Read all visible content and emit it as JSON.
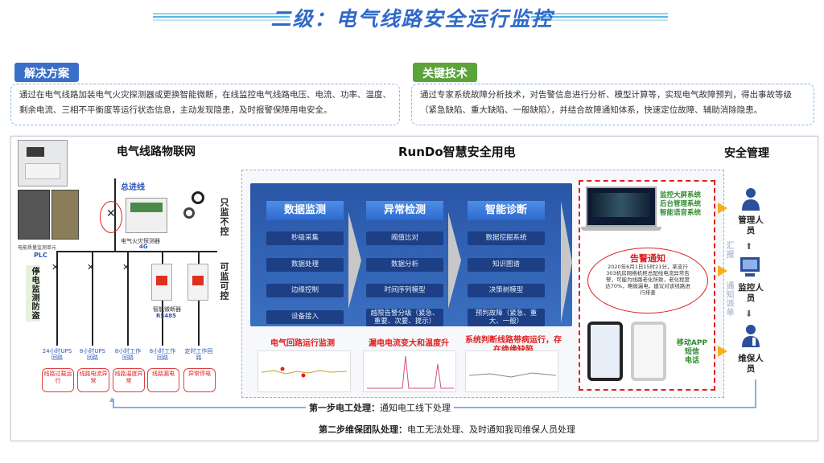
{
  "title": "二级：电气线路安全运行监控",
  "solution": {
    "tag": "解决方案",
    "text": "通过在电气线路加装电气火灾探测器或更换智能微断，在线监控电气线路电压、电流、功率、温度、剩余电流、三相不平衡度等运行状态信息，主动发现隐患，及时报警保障用电安全。"
  },
  "tech": {
    "tag": "关键技术",
    "text": "通过专家系统故障分析技术，对告警信息进行分析、模型计算等，实现电气故障预判，得出事故等级（紧急缺陷、重大缺陷、一般缺陷），并结合故障通知体系，快速定位故障、辅助消除隐患。"
  },
  "sections": {
    "iot": "电气线路物联网",
    "rundo": "RunDo智慧安全用电",
    "safety": "安全管理"
  },
  "iot": {
    "cabinet_label": "电能质量监测单元",
    "plc": "PLC",
    "main_line": "总进线",
    "detector": "电气火灾探测器",
    "detector_net": "4G",
    "monitor_only": "只监不控",
    "controllable": "可监可控",
    "anti_theft": "停电监测防盗",
    "breaker": "智能微断器",
    "breaker_net": "RS485",
    "circuits": [
      {
        "name": "24小时UPS回路",
        "fault": "线路过载运行"
      },
      {
        "name": "8小时UPS回路",
        "fault": "线路电流异常"
      },
      {
        "name": "8小时工作回路",
        "fault": "线路温度异常"
      },
      {
        "name": "8小时工作回路",
        "fault": "线路漏电"
      },
      {
        "name": "定时工作回路",
        "fault": "异常停电"
      }
    ]
  },
  "columns": [
    {
      "head": "数据监测",
      "items": [
        "秒级采集",
        "数据处理",
        "边缘控制",
        "设备接入"
      ],
      "caption": "电气回路运行监测"
    },
    {
      "head": "异常检测",
      "items": [
        "阈值比对",
        "数据分析",
        "时间序列模型",
        "越限告警分级（紧急、重要、次要、提示）"
      ],
      "caption": "漏电电流变大和温度升"
    },
    {
      "head": "智能诊断",
      "items": [
        "数据挖掘系统",
        "知识图谱",
        "决策树模型",
        "预判故障（紧急、重大、一般）"
      ],
      "caption": "系统判断线路带病运行，存在绝缘缺陷"
    }
  ],
  "right_panel": {
    "systems": [
      "监控大屏系统",
      "后台管理系统",
      "智能语音系统"
    ],
    "alert_title": "告警通知",
    "alert_text": "2020年6月1日15时21分，某支行303机房网络机柜总配线电流异常告警，可能为线路老化所致，老化程度达70%，略微漏电，建议对该线路进行排查",
    "mobile": [
      "移动APP",
      "短信",
      "电话"
    ]
  },
  "people": {
    "manager": "管理人员",
    "monitor": "监控人员",
    "maintainer": "维保人员",
    "report": "汇报",
    "dispatch": "通知派单"
  },
  "steps": {
    "step1_label": "第一步电工处理：",
    "step1_text": "通知电工线下处理",
    "step2_label": "第二步维保团队处理：",
    "step2_text": "电工无法处理、及时通知我司维保人员处理"
  }
}
